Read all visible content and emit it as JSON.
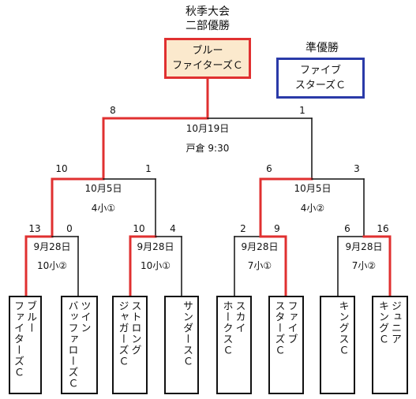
{
  "title": {
    "line1": "秋季大会",
    "line2": "二部優勝"
  },
  "winner": {
    "line1": "ブルー",
    "line2": "ファイターズＣ"
  },
  "runner_up": {
    "label": "準優勝",
    "line1": "ファイブ",
    "line2": "スターズＣ"
  },
  "final": {
    "date": "10月19日",
    "venue": "戸倉 9:30",
    "score_left": "8",
    "score_right": "1"
  },
  "semifinals": [
    {
      "date": "10月5日",
      "venue": "4小①",
      "score_left": "10",
      "score_right": "1"
    },
    {
      "date": "10月5日",
      "venue": "4小②",
      "score_left": "6",
      "score_right": "3"
    }
  ],
  "quarterfinals": [
    {
      "date": "9月28日",
      "venue": "10小②",
      "score_left": "13",
      "score_right": "0"
    },
    {
      "date": "9月28日",
      "venue": "10小①",
      "score_left": "10",
      "score_right": "4"
    },
    {
      "date": "9月28日",
      "venue": "7小①",
      "score_left": "2",
      "score_right": "9"
    },
    {
      "date": "9月28日",
      "venue": "7小②",
      "score_left": "6",
      "score_right": "16"
    }
  ],
  "teams": [
    {
      "col1": "ブルー",
      "col2": "ファイターズＣ"
    },
    {
      "col1": "ツイン",
      "col2": "バッファローズＣ"
    },
    {
      "col1": "ストロング",
      "col2": "ジャガーズＣ"
    },
    {
      "col1": "サンダースＣ",
      "col2": ""
    },
    {
      "col1": "スカイ",
      "col2": "ホークスＣ"
    },
    {
      "col1": "ファイブ",
      "col2": "スターズＣ"
    },
    {
      "col1": "キングスＣ",
      "col2": ""
    },
    {
      "col1": "ジュニア",
      "col2": "キングＣ"
    }
  ],
  "colors": {
    "winner_line": "#e03030",
    "line": "#111111",
    "champion_fill": "#fbe9cd",
    "runner_up_border": "#2a3aa8"
  }
}
